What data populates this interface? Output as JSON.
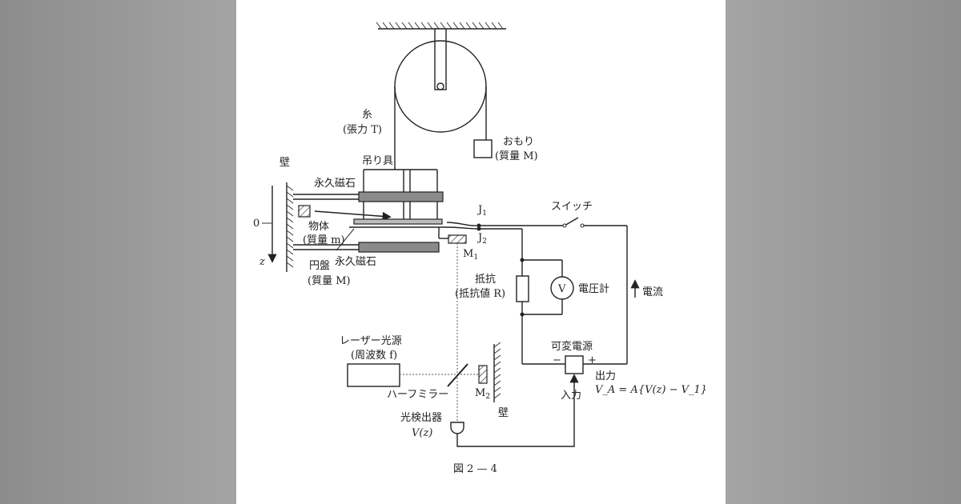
{
  "labels": {
    "string": "糸",
    "tension": "(張力 T)",
    "weight": "おもり",
    "weight_mass": "(質量 M)",
    "hanger": "吊り具",
    "wall_left": "壁",
    "magnet_top": "永久磁石",
    "magnet_bottom": "永久磁石",
    "origin": "0",
    "z_axis": "z",
    "object": "物体",
    "object_mass": "(質量 m)",
    "disk": "円盤",
    "disk_mass": "(質量 M)",
    "j1": "J",
    "j1_sub": "1",
    "j2": "J",
    "j2_sub": "2",
    "m1": "M",
    "m1_sub": "1",
    "switch": "スイッチ",
    "current": "電流",
    "resistor": "抵抗",
    "resistance": "(抵抗値 R)",
    "voltmeter_symbol": "V",
    "voltmeter": "電圧計",
    "laser": "レーザー光源",
    "laser_freq": "(周波数 f)",
    "half_mirror": "ハーフミラー",
    "m2": "M",
    "m2_sub": "2",
    "wall_bottom": "壁",
    "variable_power": "可変電源",
    "minus": "−",
    "plus": "+",
    "output": "出力",
    "formula": "V_A = A{V(z) − V_1}",
    "input": "入力",
    "detector": "光検出器",
    "detector_v": "V(z)",
    "caption": "図 2 — 4"
  }
}
